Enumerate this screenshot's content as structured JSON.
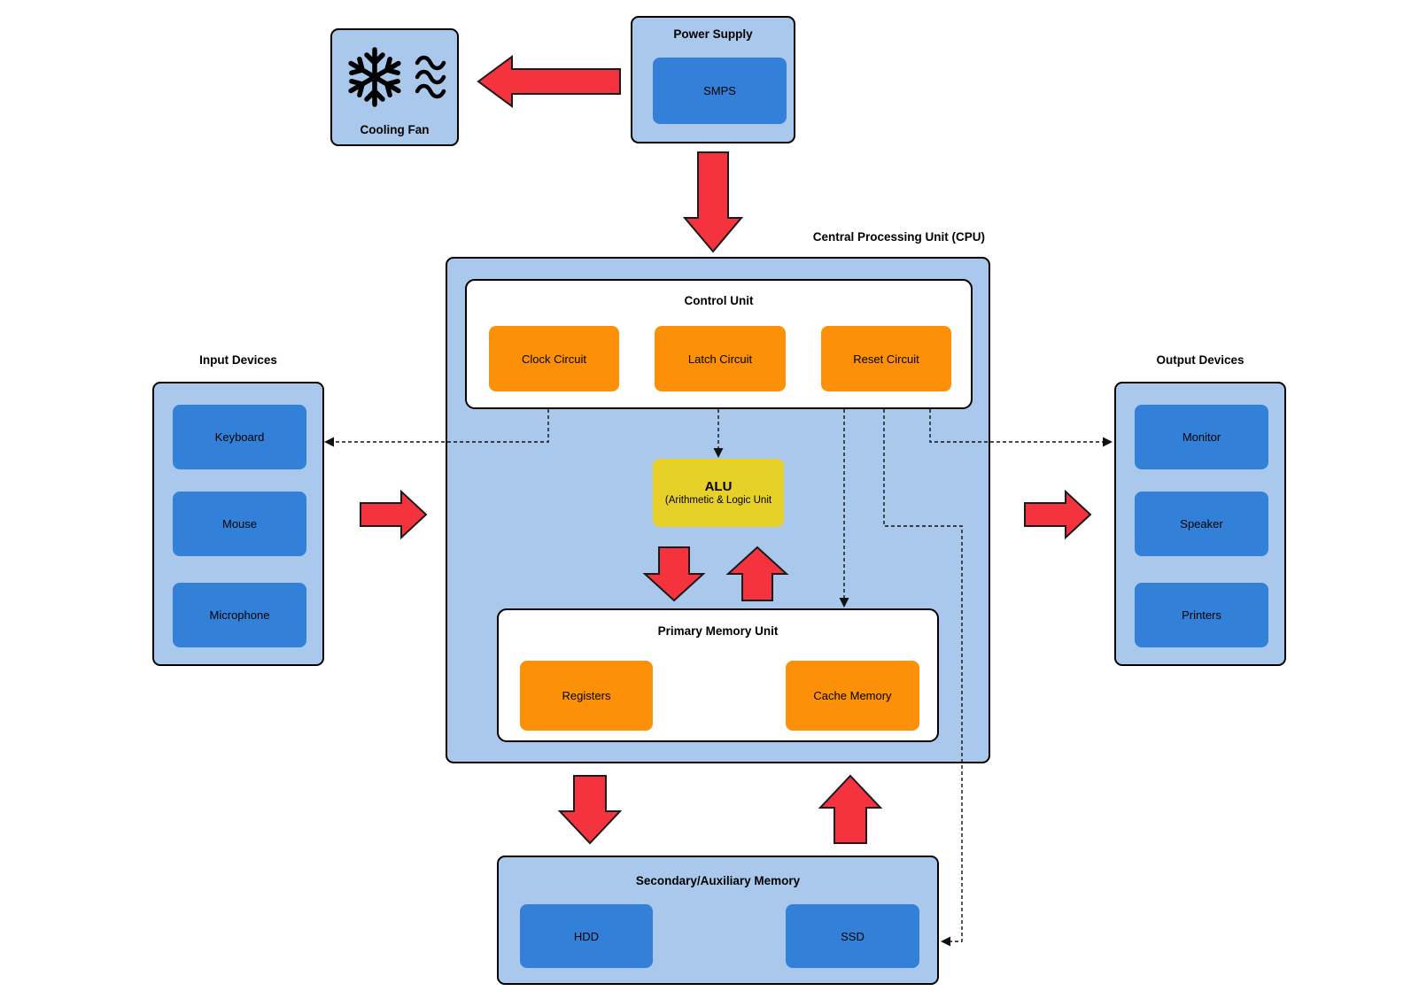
{
  "colors": {
    "panel": "#aac8ec",
    "block_blue": "#3380d9",
    "block_orange": "#fc9109",
    "block_yellow": "#e7d028",
    "arrow_red": "#f5333f",
    "line": "#111111"
  },
  "cooling_fan": {
    "label": "Cooling Fan"
  },
  "power_supply": {
    "title": "Power Supply",
    "unit": "SMPS"
  },
  "cpu": {
    "label": "Central Processing Unit (CPU)",
    "control_unit": {
      "title": "Control Unit",
      "blocks": [
        "Clock Circuit",
        "Latch Circuit",
        "Reset Circuit"
      ]
    },
    "alu": {
      "title": "ALU",
      "subtitle": "(Arithmetic & Logic Unit"
    },
    "primary_memory": {
      "title": "Primary Memory Unit",
      "blocks": [
        "Registers",
        "Cache Memory"
      ]
    }
  },
  "input_devices": {
    "title": "Input Devices",
    "items": [
      "Keyboard",
      "Mouse",
      "Microphone"
    ]
  },
  "output_devices": {
    "title": "Output Devices",
    "items": [
      "Monitor",
      "Speaker",
      "Printers"
    ]
  },
  "secondary_memory": {
    "title": "Secondary/Auxiliary Memory",
    "items": [
      "HDD",
      "SSD"
    ]
  }
}
